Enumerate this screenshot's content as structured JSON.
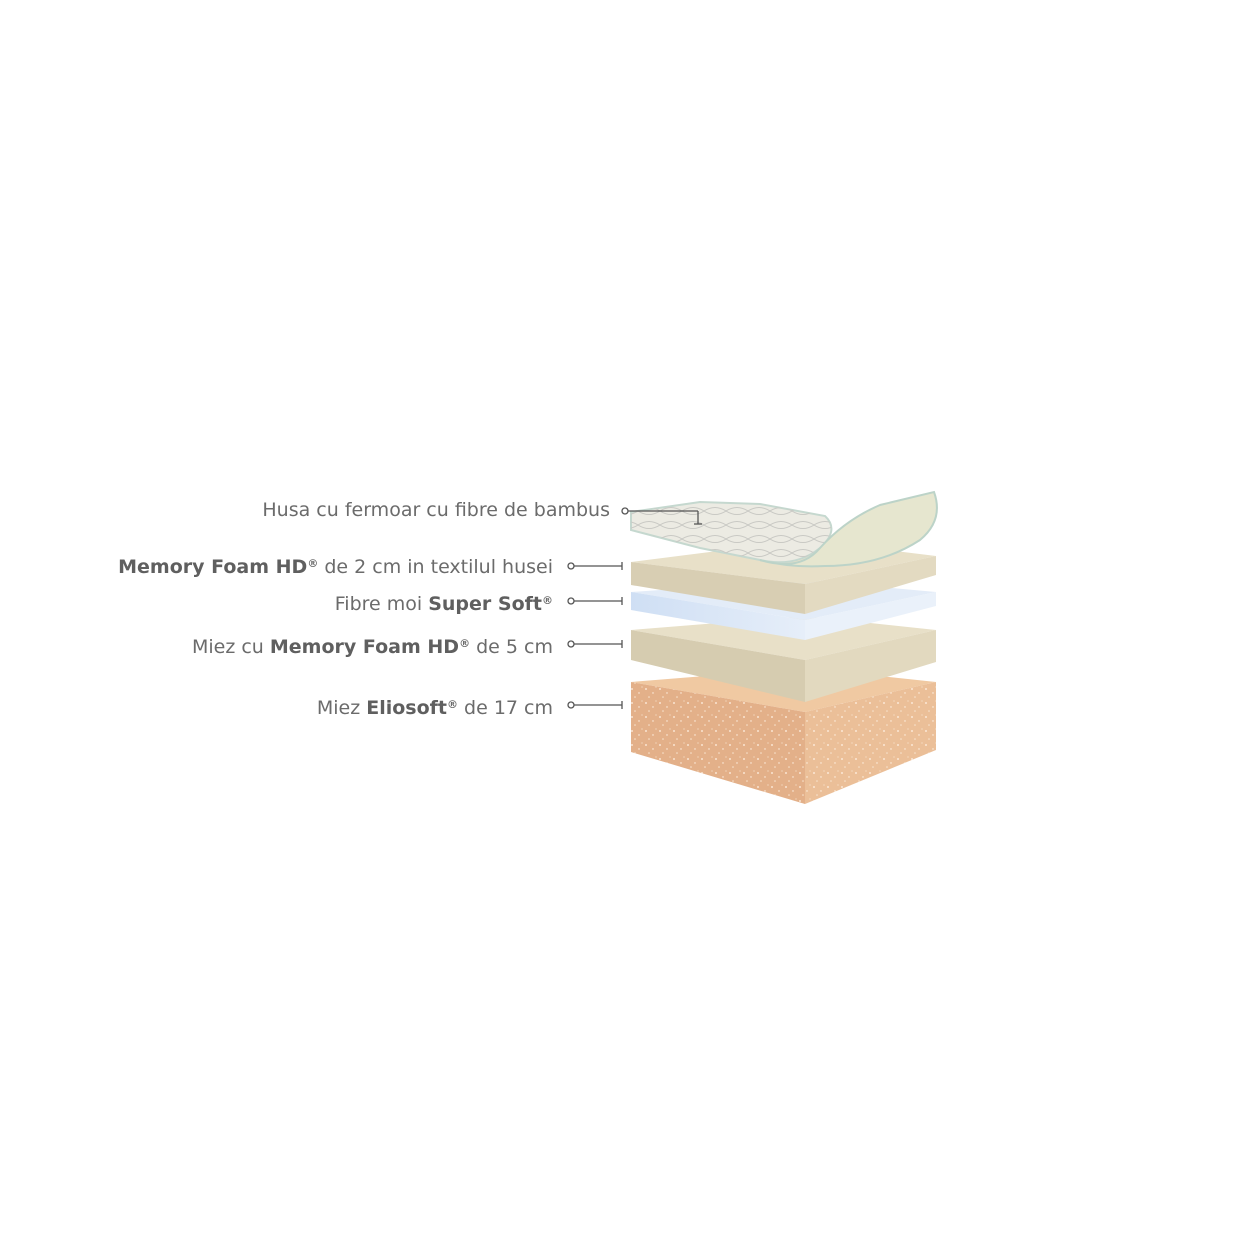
{
  "colors": {
    "text": "#6b6b6b",
    "leader": "#555555",
    "cover": "#e8e6dc",
    "memory_foam": "#ddd4b8",
    "super_soft": "#d6e4f5",
    "eliosoft": "#e9b991"
  },
  "labels": {
    "cover": {
      "text": "Husa cu fermoar cu fibre de bambus"
    },
    "layer1": {
      "bold": "Memory Foam HD",
      "reg_mark": "®",
      "rest": " de 2 cm in textilul husei"
    },
    "layer2": {
      "pre": "Fibre moi ",
      "bold": "Super Soft",
      "reg_mark": "®"
    },
    "layer3": {
      "pre": "Miez cu ",
      "bold": "Memory Foam HD",
      "reg_mark": "®",
      "rest": " de 5 cm"
    },
    "layer4": {
      "pre": "Miez ",
      "bold": "Eliosoft",
      "reg_mark": "®",
      "rest": " de 17 cm"
    }
  }
}
